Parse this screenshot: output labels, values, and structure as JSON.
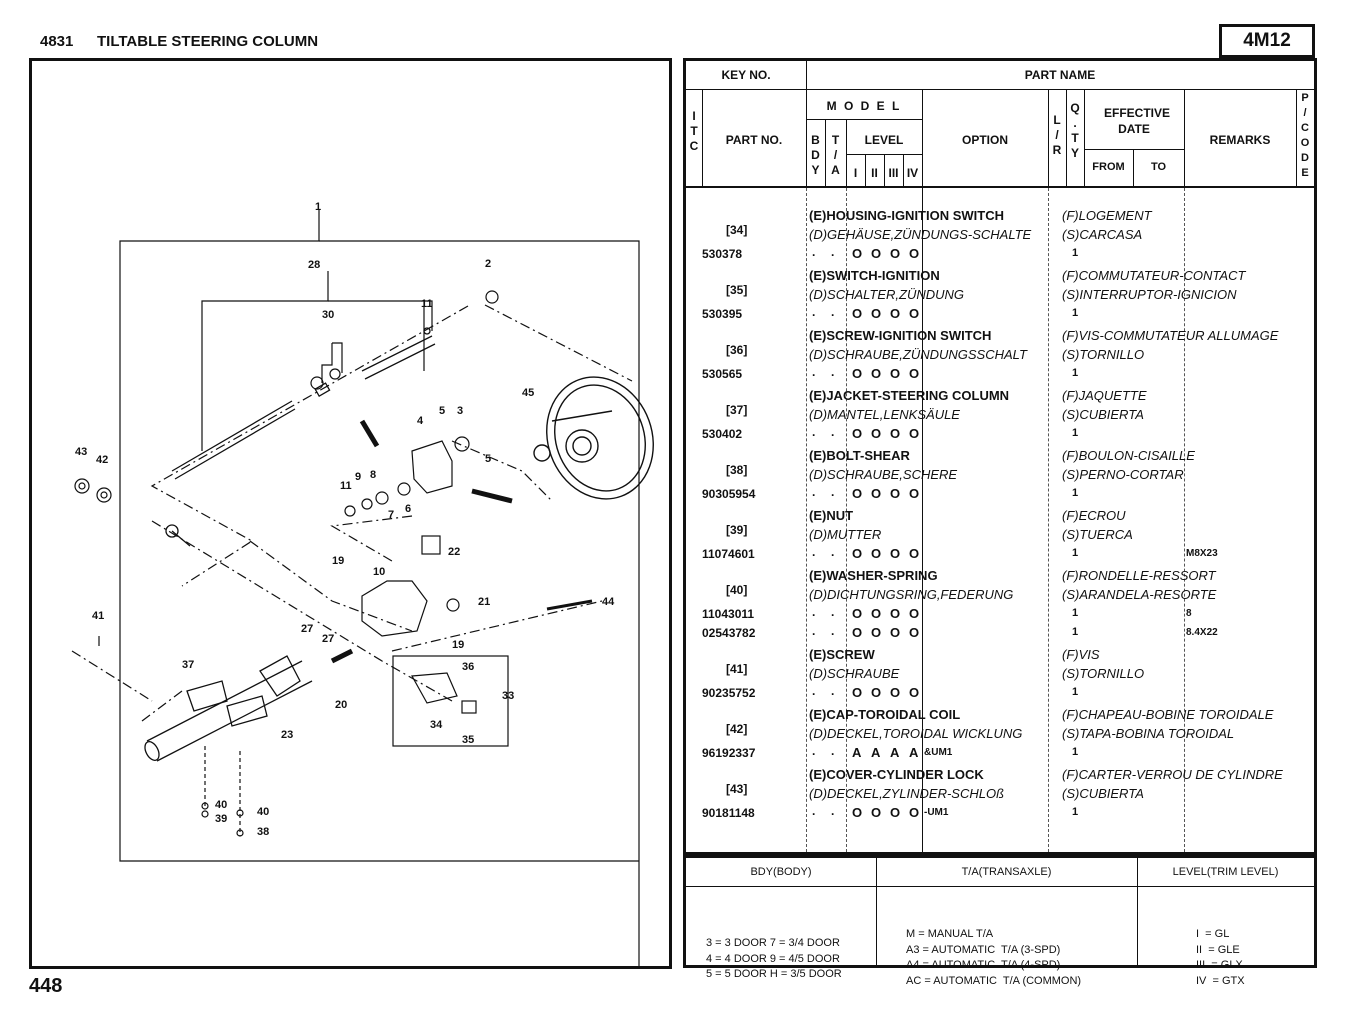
{
  "header": {
    "section_code": "4831",
    "title": "TILTABLE STEERING COLUMN",
    "page_code": "4M12"
  },
  "footer": {
    "page_number": "448"
  },
  "diagram": {
    "callouts": [
      "1",
      "2",
      "3",
      "4",
      "5",
      "5",
      "6",
      "7",
      "8",
      "9",
      "10",
      "11",
      "11",
      "19",
      "19",
      "20",
      "21",
      "22",
      "23",
      "27",
      "27",
      "28",
      "30",
      "33",
      "34",
      "35",
      "36",
      "37",
      "38",
      "39",
      "40",
      "40",
      "41",
      "42",
      "43",
      "44",
      "45"
    ]
  },
  "table": {
    "headers": {
      "key_no": "KEY NO.",
      "part_name": "PART NAME",
      "itc": [
        "I",
        "T",
        "C"
      ],
      "part_no": "PART NO.",
      "model": "M O D E L",
      "bdy": [
        "B",
        "D",
        "Y"
      ],
      "ta": [
        "T",
        "/",
        "A"
      ],
      "level": "LEVEL",
      "levels": [
        "I",
        "II",
        "III",
        "IV"
      ],
      "option": "OPTION",
      "lr": [
        "L",
        "/",
        "R"
      ],
      "qty": [
        "Q",
        ".",
        "T",
        "Y"
      ],
      "effective_date": "EFFECTIVE DATE",
      "from": "FROM",
      "to": "TO",
      "remarks": "REMARKS",
      "pcode": [
        "P",
        "/",
        "C",
        "O",
        "D",
        "E"
      ]
    },
    "rows": [
      {
        "key": "[34]",
        "e": "(E)HOUSING-IGNITION SWITCH",
        "d": "(D)GEHÄUSE,ZÜNDUNGS-SCHALTE",
        "f": "(F)LOGEMENT",
        "s": "(S)CARCASA",
        "parts": [
          {
            "no": "530378",
            "bdy": ".",
            "ta": ".",
            "levels": [
              "O",
              "O",
              "O",
              "O"
            ],
            "option": "",
            "qty": "1",
            "remarks": ""
          }
        ]
      },
      {
        "key": "[35]",
        "e": "(E)SWITCH-IGNITION",
        "d": "(D)SCHALTER,ZÜNDUNG",
        "f": "(F)COMMUTATEUR-CONTACT",
        "s": "(S)INTERRUPTOR-IGNICION",
        "parts": [
          {
            "no": "530395",
            "bdy": ".",
            "ta": ".",
            "levels": [
              "O",
              "O",
              "O",
              "O"
            ],
            "option": "",
            "qty": "1",
            "remarks": ""
          }
        ]
      },
      {
        "key": "[36]",
        "e": "(E)SCREW-IGNITION SWITCH",
        "d": "(D)SCHRAUBE,ZÜNDUNGSSCHALT",
        "f": "(F)VIS-COMMUTATEUR ALLUMAGE",
        "s": "(S)TORNILLO",
        "parts": [
          {
            "no": "530565",
            "bdy": ".",
            "ta": ".",
            "levels": [
              "O",
              "O",
              "O",
              "O"
            ],
            "option": "",
            "qty": "1",
            "remarks": ""
          }
        ]
      },
      {
        "key": "[37]",
        "e": "(E)JACKET-STEERING COLUMN",
        "d": "(D)MANTEL,LENKSÄULE",
        "f": "(F)JAQUETTE",
        "s": "(S)CUBIERTA",
        "parts": [
          {
            "no": "530402",
            "bdy": ".",
            "ta": ".",
            "levels": [
              "O",
              "O",
              "O",
              "O"
            ],
            "option": "",
            "qty": "1",
            "remarks": ""
          }
        ]
      },
      {
        "key": "[38]",
        "e": "(E)BOLT-SHEAR",
        "d": "(D)SCHRAUBE,SCHERE",
        "f": "(F)BOULON-CISAILLE",
        "s": "(S)PERNO-CORTAR",
        "parts": [
          {
            "no": "90305954",
            "bdy": ".",
            "ta": ".",
            "levels": [
              "O",
              "O",
              "O",
              "O"
            ],
            "option": "",
            "qty": "1",
            "remarks": ""
          }
        ]
      },
      {
        "key": "[39]",
        "e": "(E)NUT",
        "d": "(D)MUTTER",
        "f": "(F)ECROU",
        "s": "(S)TUERCA",
        "parts": [
          {
            "no": "11074601",
            "bdy": ".",
            "ta": ".",
            "levels": [
              "O",
              "O",
              "O",
              "O"
            ],
            "option": "",
            "qty": "1",
            "remarks": "M8X23"
          }
        ]
      },
      {
        "key": "[40]",
        "e": "(E)WASHER-SPRING",
        "d": "(D)DICHTUNGSRING,FEDERUNG",
        "f": "(F)RONDELLE-RESSORT",
        "s": "(S)ARANDELA-RESORTE",
        "parts": [
          {
            "no": "11043011",
            "bdy": ".",
            "ta": ".",
            "levels": [
              "O",
              "O",
              "O",
              "O"
            ],
            "option": "",
            "qty": "1",
            "remarks": "8"
          },
          {
            "no": "02543782",
            "bdy": ".",
            "ta": ".",
            "levels": [
              "O",
              "O",
              "O",
              "O"
            ],
            "option": "",
            "qty": "1",
            "remarks": "8.4X22"
          }
        ]
      },
      {
        "key": "[41]",
        "e": "(E)SCREW",
        "d": "(D)SCHRAUBE",
        "f": "(F)VIS",
        "s": "(S)TORNILLO",
        "parts": [
          {
            "no": "90235752",
            "bdy": ".",
            "ta": ".",
            "levels": [
              "O",
              "O",
              "O",
              "O"
            ],
            "option": "",
            "qty": "1",
            "remarks": ""
          }
        ]
      },
      {
        "key": "[42]",
        "e": "(E)CAP-TOROIDAL COIL",
        "d": "(D)DECKEL,TOROIDAL WICKLUNG",
        "f": "(F)CHAPEAU-BOBINE TOROIDALE",
        "s": "(S)TAPA-BOBINA TOROIDAL",
        "parts": [
          {
            "no": "96192337",
            "bdy": ".",
            "ta": ".",
            "levels": [
              "A",
              "A",
              "A",
              "A"
            ],
            "option": "&UM1",
            "qty": "1",
            "remarks": ""
          }
        ]
      },
      {
        "key": "[43]",
        "e": "(E)COVER-CYLINDER LOCK",
        "d": "(D)DECKEL,ZYLINDER-SCHLOß",
        "f": "(F)CARTER-VERROU DE CYLINDRE",
        "s": "(S)CUBIERTA",
        "parts": [
          {
            "no": "90181148",
            "bdy": ".",
            "ta": ".",
            "levels": [
              "O",
              "O",
              "O",
              "O"
            ],
            "option": "-UM1",
            "qty": "1",
            "remarks": ""
          }
        ]
      }
    ]
  },
  "legend": {
    "body_header": "BDY(BODY)",
    "body_lines": [
      "3 = 3 DOOR 7 = 3/4 DOOR",
      "4 = 4 DOOR 9 = 4/5 DOOR",
      "5 = 5 DOOR H = 3/5 DOOR"
    ],
    "ta_header": "T/A(TRANSAXLE)",
    "ta_lines": [
      "M = MANUAL T/A",
      "A3 = AUTOMATIC  T/A (3-SPD)",
      "A4 = AUTOMATIC  T/A (4-SPD)",
      "AC = AUTOMATIC  T/A (COMMON)"
    ],
    "level_header": "LEVEL(TRIM LEVEL)",
    "level_lines": [
      "I  = GL",
      "II  = GLE",
      "III  = GLX",
      "IV  = GTX"
    ]
  }
}
